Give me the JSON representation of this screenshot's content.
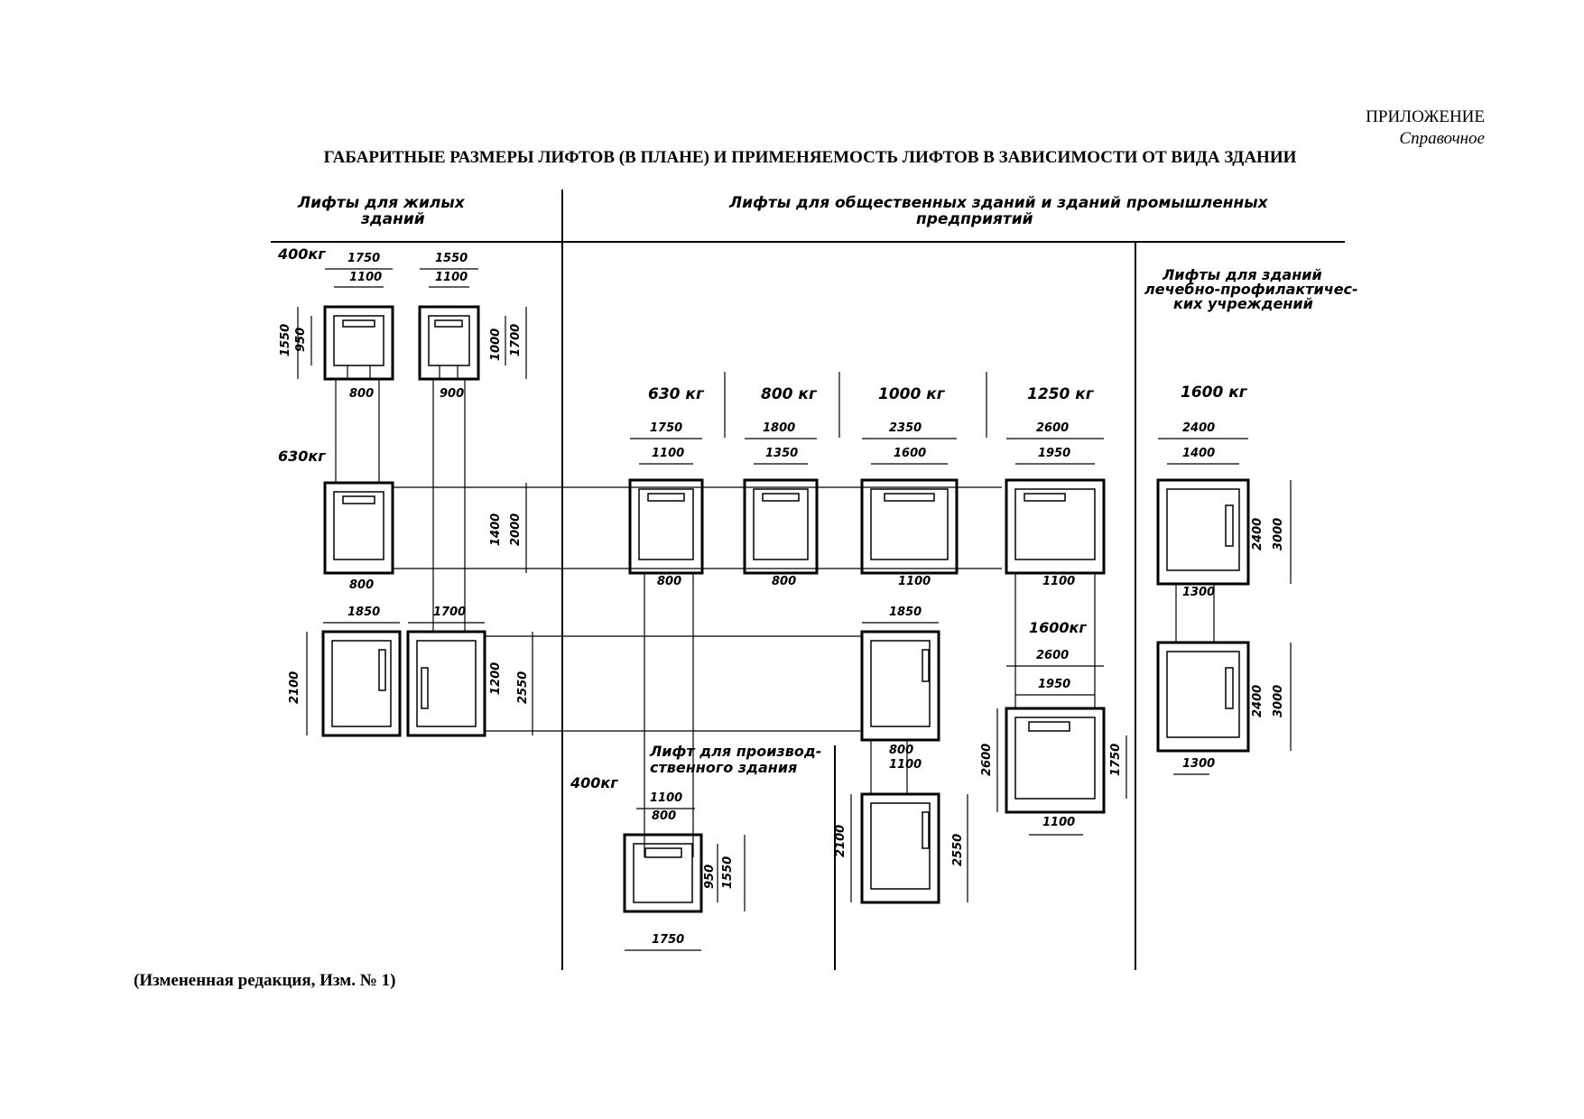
{
  "header": {
    "appendix": "ПРИЛОЖЕНИЕ",
    "reference": "Справочное",
    "title": "ГАБАРИТНЫЕ РАЗМЕРЫ ЛИФТОВ (В ПЛАНЕ) И ПРИМЕНЯЕМОСТЬ ЛИФТОВ В ЗАВИСИМОСТИ ОТ ВИДА ЗДАНИИ"
  },
  "drawing": {
    "sections": {
      "residential": [
        "Лифты для жилых",
        "зданий"
      ],
      "public": [
        "Лифты для общественных зданий и зданий промышленных",
        "предприятий"
      ],
      "medical": [
        "Лифты для зданий",
        "лечебно-профилактичес-",
        "ких учреждений"
      ],
      "industrial": [
        "Лифт для производ-",
        "ственного здания"
      ]
    },
    "loads": {
      "l400": "400кг",
      "l630": "630кг",
      "l630b": "630 кг",
      "l800": "800 кг",
      "l1000": "1000 кг",
      "l1250": "1250 кг",
      "l1600": "1600 кг",
      "l1600b": "1600кг",
      "l400b": "400кг"
    },
    "dims": {
      "d1750": "1750",
      "d1100": "1100",
      "d1550": "1550",
      "d950": "950",
      "d800": "800",
      "d1000": "1000",
      "d1700": "1700",
      "d900": "900",
      "d1400": "1400",
      "d2000": "2000",
      "d1850": "1850",
      "d2100": "2100",
      "d1200": "1200",
      "d2550": "2550",
      "d1800": "1800",
      "d1350": "1350",
      "d2350": "2350",
      "d1600": "1600",
      "d2600": "2600",
      "d1950": "1950",
      "d2400": "2400",
      "d3000": "3000",
      "d1300": "1300"
    }
  },
  "footer": {
    "note": "(Измененная редакция, Изм. № 1)"
  }
}
